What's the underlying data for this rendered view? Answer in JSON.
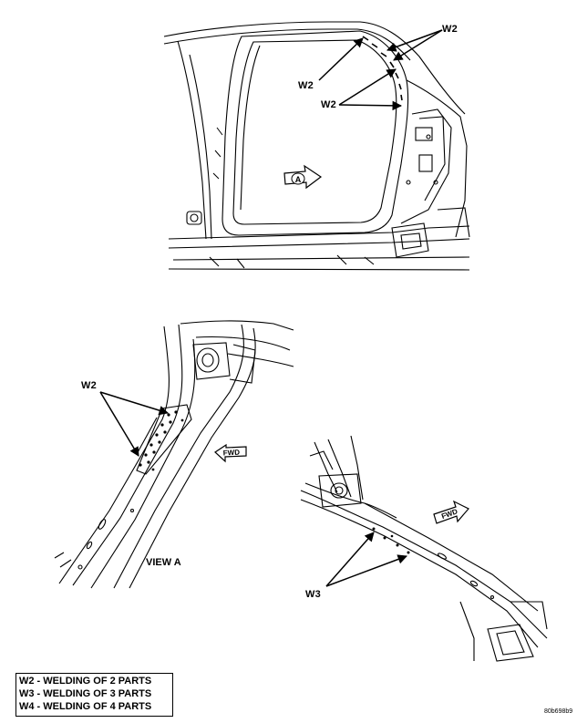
{
  "callouts": {
    "top_w2_right": "W2",
    "top_w2_left": "W2",
    "top_w2_lower": "W2",
    "viewA_w2": "W2",
    "right_w3": "W3"
  },
  "view_marker": "A",
  "fwd_labels": {
    "left": "FWD",
    "right": "FWD"
  },
  "view_label": "VIEW A",
  "legend": [
    "W2 - WELDING OF 2 PARTS",
    "W3 - WELDING OF 3 PARTS",
    "W4 - WELDING OF 4 PARTS"
  ],
  "figure_id": "80b698b9"
}
